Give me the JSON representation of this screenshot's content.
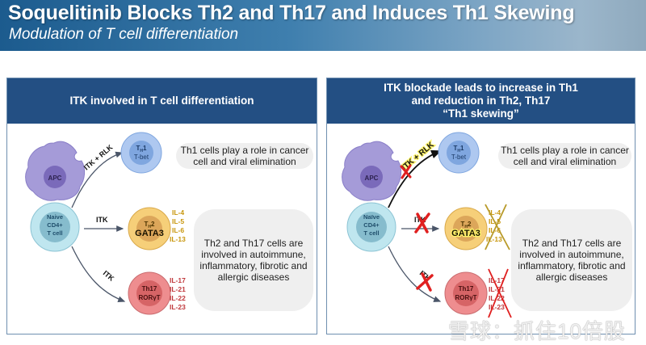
{
  "banner": {
    "title": "Soquelitinib Blocks Th2 and Th17 and Induces Th1 Skewing",
    "subtitle": "Modulation of T cell differentiation"
  },
  "left_panel": {
    "header": "ITK involved in T cell differentiation",
    "apc_label": "APC",
    "naive_cell": [
      "Naive",
      "CD4+",
      "T cell"
    ],
    "arrows": {
      "th1": "ITK + RLK",
      "th2": "ITK",
      "th17": "ITK"
    },
    "th1_cell": {
      "name_main": "T",
      "name_sub": "H",
      "name_num": "1",
      "factor": "T-bet"
    },
    "th2_cell": {
      "name_main": "T",
      "name_sub": "H",
      "name_num": "2",
      "factor": "GATA3",
      "cytokines": [
        "IL-4",
        "IL-5",
        "IL-6",
        "IL-13"
      ]
    },
    "th17_cell": {
      "name": "Th17",
      "factor": "RORγT",
      "cytokines": [
        "IL-17",
        "IL-21",
        "IL-22",
        "IL-23"
      ]
    },
    "th1_note": "Th1 cells play a role in cancer cell and viral elimination",
    "th2_th17_note": "Th2 and Th17 cells are involved in autoimmune, inflammatory, fibrotic and allergic diseases"
  },
  "right_panel": {
    "header_lines": [
      "ITK blockade leads to increase in Th1",
      "and reduction in Th2, Th17",
      "“Th1 skewing”"
    ],
    "apc_label": "APC",
    "naive_cell": [
      "Naïve",
      "CD4+",
      "T cell"
    ],
    "arrows": {
      "th1": "ITK + RLK",
      "th2": "ITK",
      "th17": "ITK"
    },
    "blocked": [
      "ITK (Th1 path)",
      "ITK (Th2 path)",
      "ITK (Th17 path)",
      "Th2 cytokines",
      "Th17 cytokines"
    ],
    "th1_cell": {
      "name_main": "T",
      "name_sub": "H",
      "name_num": "1",
      "factor": "T-bet"
    },
    "th2_cell": {
      "name_main": "T",
      "name_sub": "H",
      "name_num": "2",
      "factor": "GATA3",
      "cytokines": [
        "IL-4",
        "IL-5",
        "IL-6",
        "IL-13"
      ]
    },
    "th17_cell": {
      "name": "Th17",
      "factor": "RORγT",
      "cytokines": [
        "IL-17",
        "IL-21",
        "IL-22",
        "IL-23"
      ]
    },
    "th1_note": "Th1 cells play a role in cancer cell and viral elimination",
    "th2_th17_note": "Th2 and Th17 cells are involved in autoimmune, inflammatory, fibrotic and allergic diseases"
  },
  "watermark": "雪球：抓住10倍股",
  "colors": {
    "header_blue": "#234f83",
    "th1_outer": "#aec8f0",
    "th1_inner": "#7fa6df",
    "th2_outer": "#f6cf79",
    "th2_inner": "#dca65a",
    "th2_text": "#c8960c",
    "th17_outer": "#ee8d8f",
    "th17_inner": "#d66466",
    "th17_text": "#c0393d",
    "apc": "#a59bd8",
    "naive_outer": "#bfe6ef",
    "naive_inner": "#86bccd",
    "cross_red": "#e02020",
    "cross_gold": "#b89a2a"
  }
}
